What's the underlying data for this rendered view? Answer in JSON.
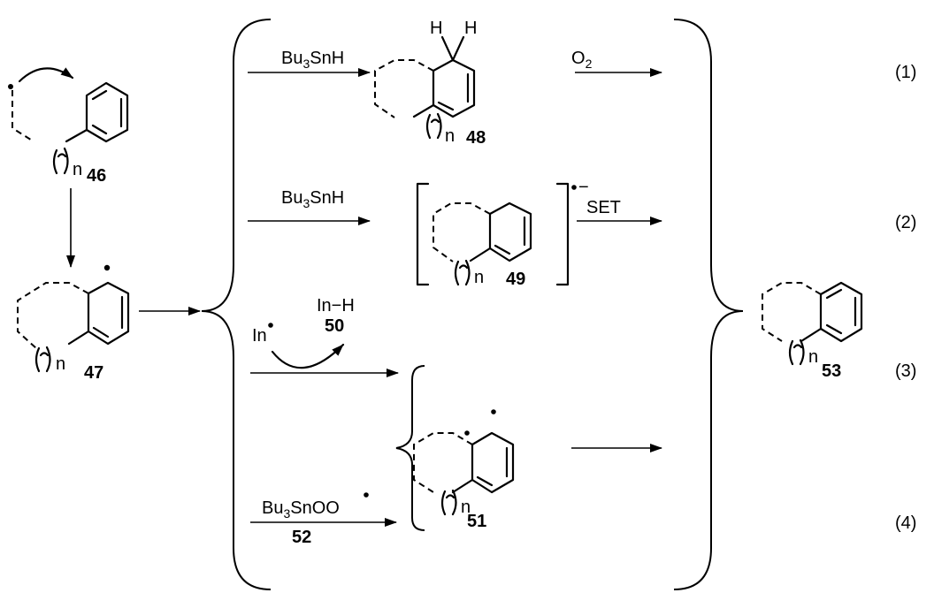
{
  "compounds": {
    "c46": "46",
    "c47": "47",
    "c48": "48",
    "c49": "49",
    "c50": "50",
    "c51": "51",
    "c52": "52",
    "c53": "53"
  },
  "ring_index": "n",
  "atoms": {
    "H_left": "H",
    "H_right": "H"
  },
  "reagents": {
    "bu3snh_1": {
      "base": "Bu",
      "sub": "3",
      "rest": "SnH"
    },
    "o2": {
      "base": "O",
      "sub": "2"
    },
    "bu3snh_2": {
      "base": "Bu",
      "sub": "3",
      "rest": "SnH"
    },
    "set": "SET",
    "in_radical": "In",
    "in_h": "In−H",
    "bu3snoo": {
      "base": "Bu",
      "sub": "3",
      "rest": "SnOO"
    }
  },
  "radical_anion_charge": "−",
  "equations": [
    "(1)",
    "(2)",
    "(3)",
    "(4)"
  ]
}
